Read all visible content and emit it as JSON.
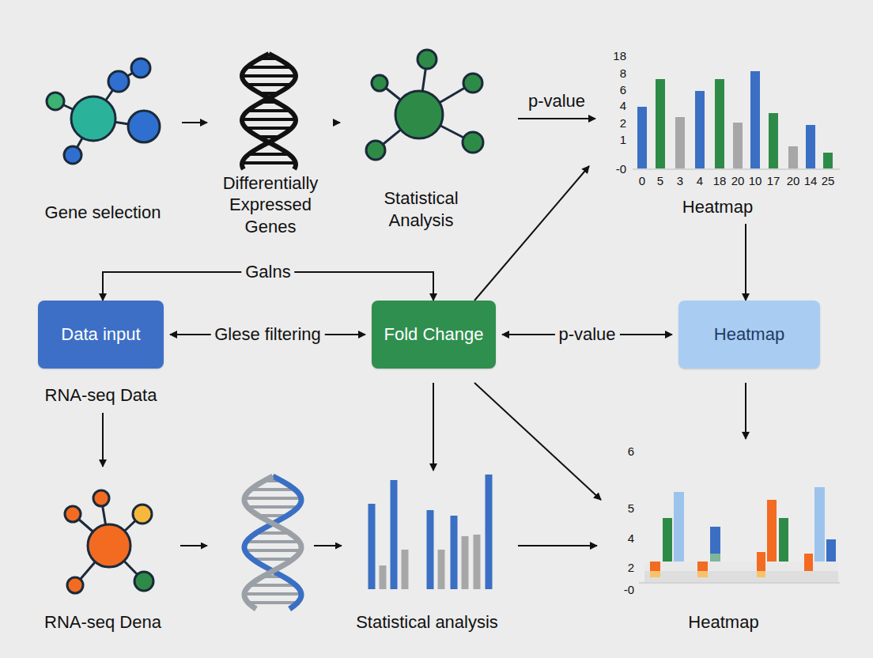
{
  "diagram": {
    "nodes": [
      {
        "text": [
          "Gene selection"
        ]
      },
      {
        "text": [
          "Differentially Expressed Genes"
        ]
      },
      {
        "text": [
          "Statistical Analysis"
        ]
      },
      {
        "text": [
          "Heatmap"
        ]
      },
      {
        "text": [
          "Data input",
          "RNA-seq Data"
        ]
      },
      {
        "text": [
          "Fold Change"
        ]
      },
      {
        "text": [
          "Heatmap"
        ]
      },
      {
        "text": [
          "RNA-seq Dena"
        ]
      },
      {
        "text": [
          "Statistical analysis"
        ]
      },
      {
        "text": [
          "Heatmap"
        ]
      }
    ],
    "edges": [
      {
        "from": 0,
        "to": 1,
        "arrow": "to"
      },
      {
        "from": 1,
        "to": 2,
        "arrow": "to"
      },
      {
        "from": 2,
        "to": 3,
        "label": "p-value",
        "arrow": "to"
      },
      {
        "from": 5,
        "to": 3,
        "arrow": "to"
      },
      {
        "from": 3,
        "to": 6,
        "arrow": "to"
      },
      {
        "from": 4,
        "to": 5,
        "label": "Galns",
        "arrow": "both"
      },
      {
        "from": 4,
        "to": 5,
        "label": "Glese filtering",
        "arrow": "both"
      },
      {
        "from": 5,
        "to": 6,
        "label": "p-value",
        "arrow": "both"
      },
      {
        "from": 4,
        "to": 7,
        "arrow": "to"
      },
      {
        "from": 5,
        "to": 8,
        "arrow": "to"
      },
      {
        "from": 5,
        "to": 9,
        "arrow": "to"
      },
      {
        "from": 6,
        "to": 9,
        "arrow": "to"
      },
      {
        "from": 8,
        "to": 9,
        "arrow": "to"
      }
    ],
    "labels": [
      "18",
      "8",
      "6",
      "4",
      "2",
      "1",
      "-0",
      "0",
      "5",
      "3",
      "4",
      "18",
      "20",
      "10",
      "17",
      "20",
      "14",
      "25",
      "6",
      "5",
      "4",
      "2",
      "-0"
    ]
  }
}
